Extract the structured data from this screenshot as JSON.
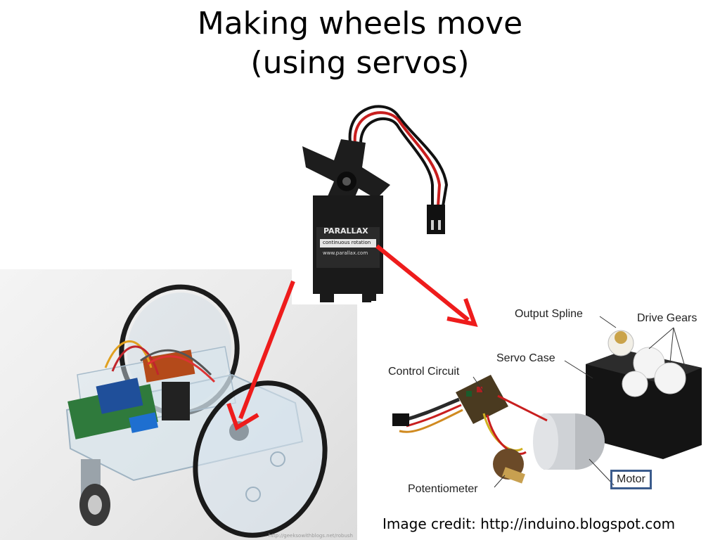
{
  "slide": {
    "title_line1": "Making wheels move",
    "title_line2": "(using servos)",
    "credit": "Image credit: http://induino.blogspot.com"
  },
  "servo": {
    "brand": "PARALLAX",
    "subtitle": "continuous rotation",
    "url": "www.parallax.com"
  },
  "robot_photo": {
    "watermark": "http://geeksowithblogs.net/robush"
  },
  "parts_diagram": {
    "labels": {
      "output_spline": "Output Spline",
      "drive_gears": "Drive Gears",
      "servo_case": "Servo Case",
      "control_circuit": "Control Circuit",
      "potentiometer": "Potentiometer",
      "motor": "Motor"
    }
  },
  "colors": {
    "arrow": "#ee1c1c",
    "motor_box": "#3b5b8c"
  }
}
